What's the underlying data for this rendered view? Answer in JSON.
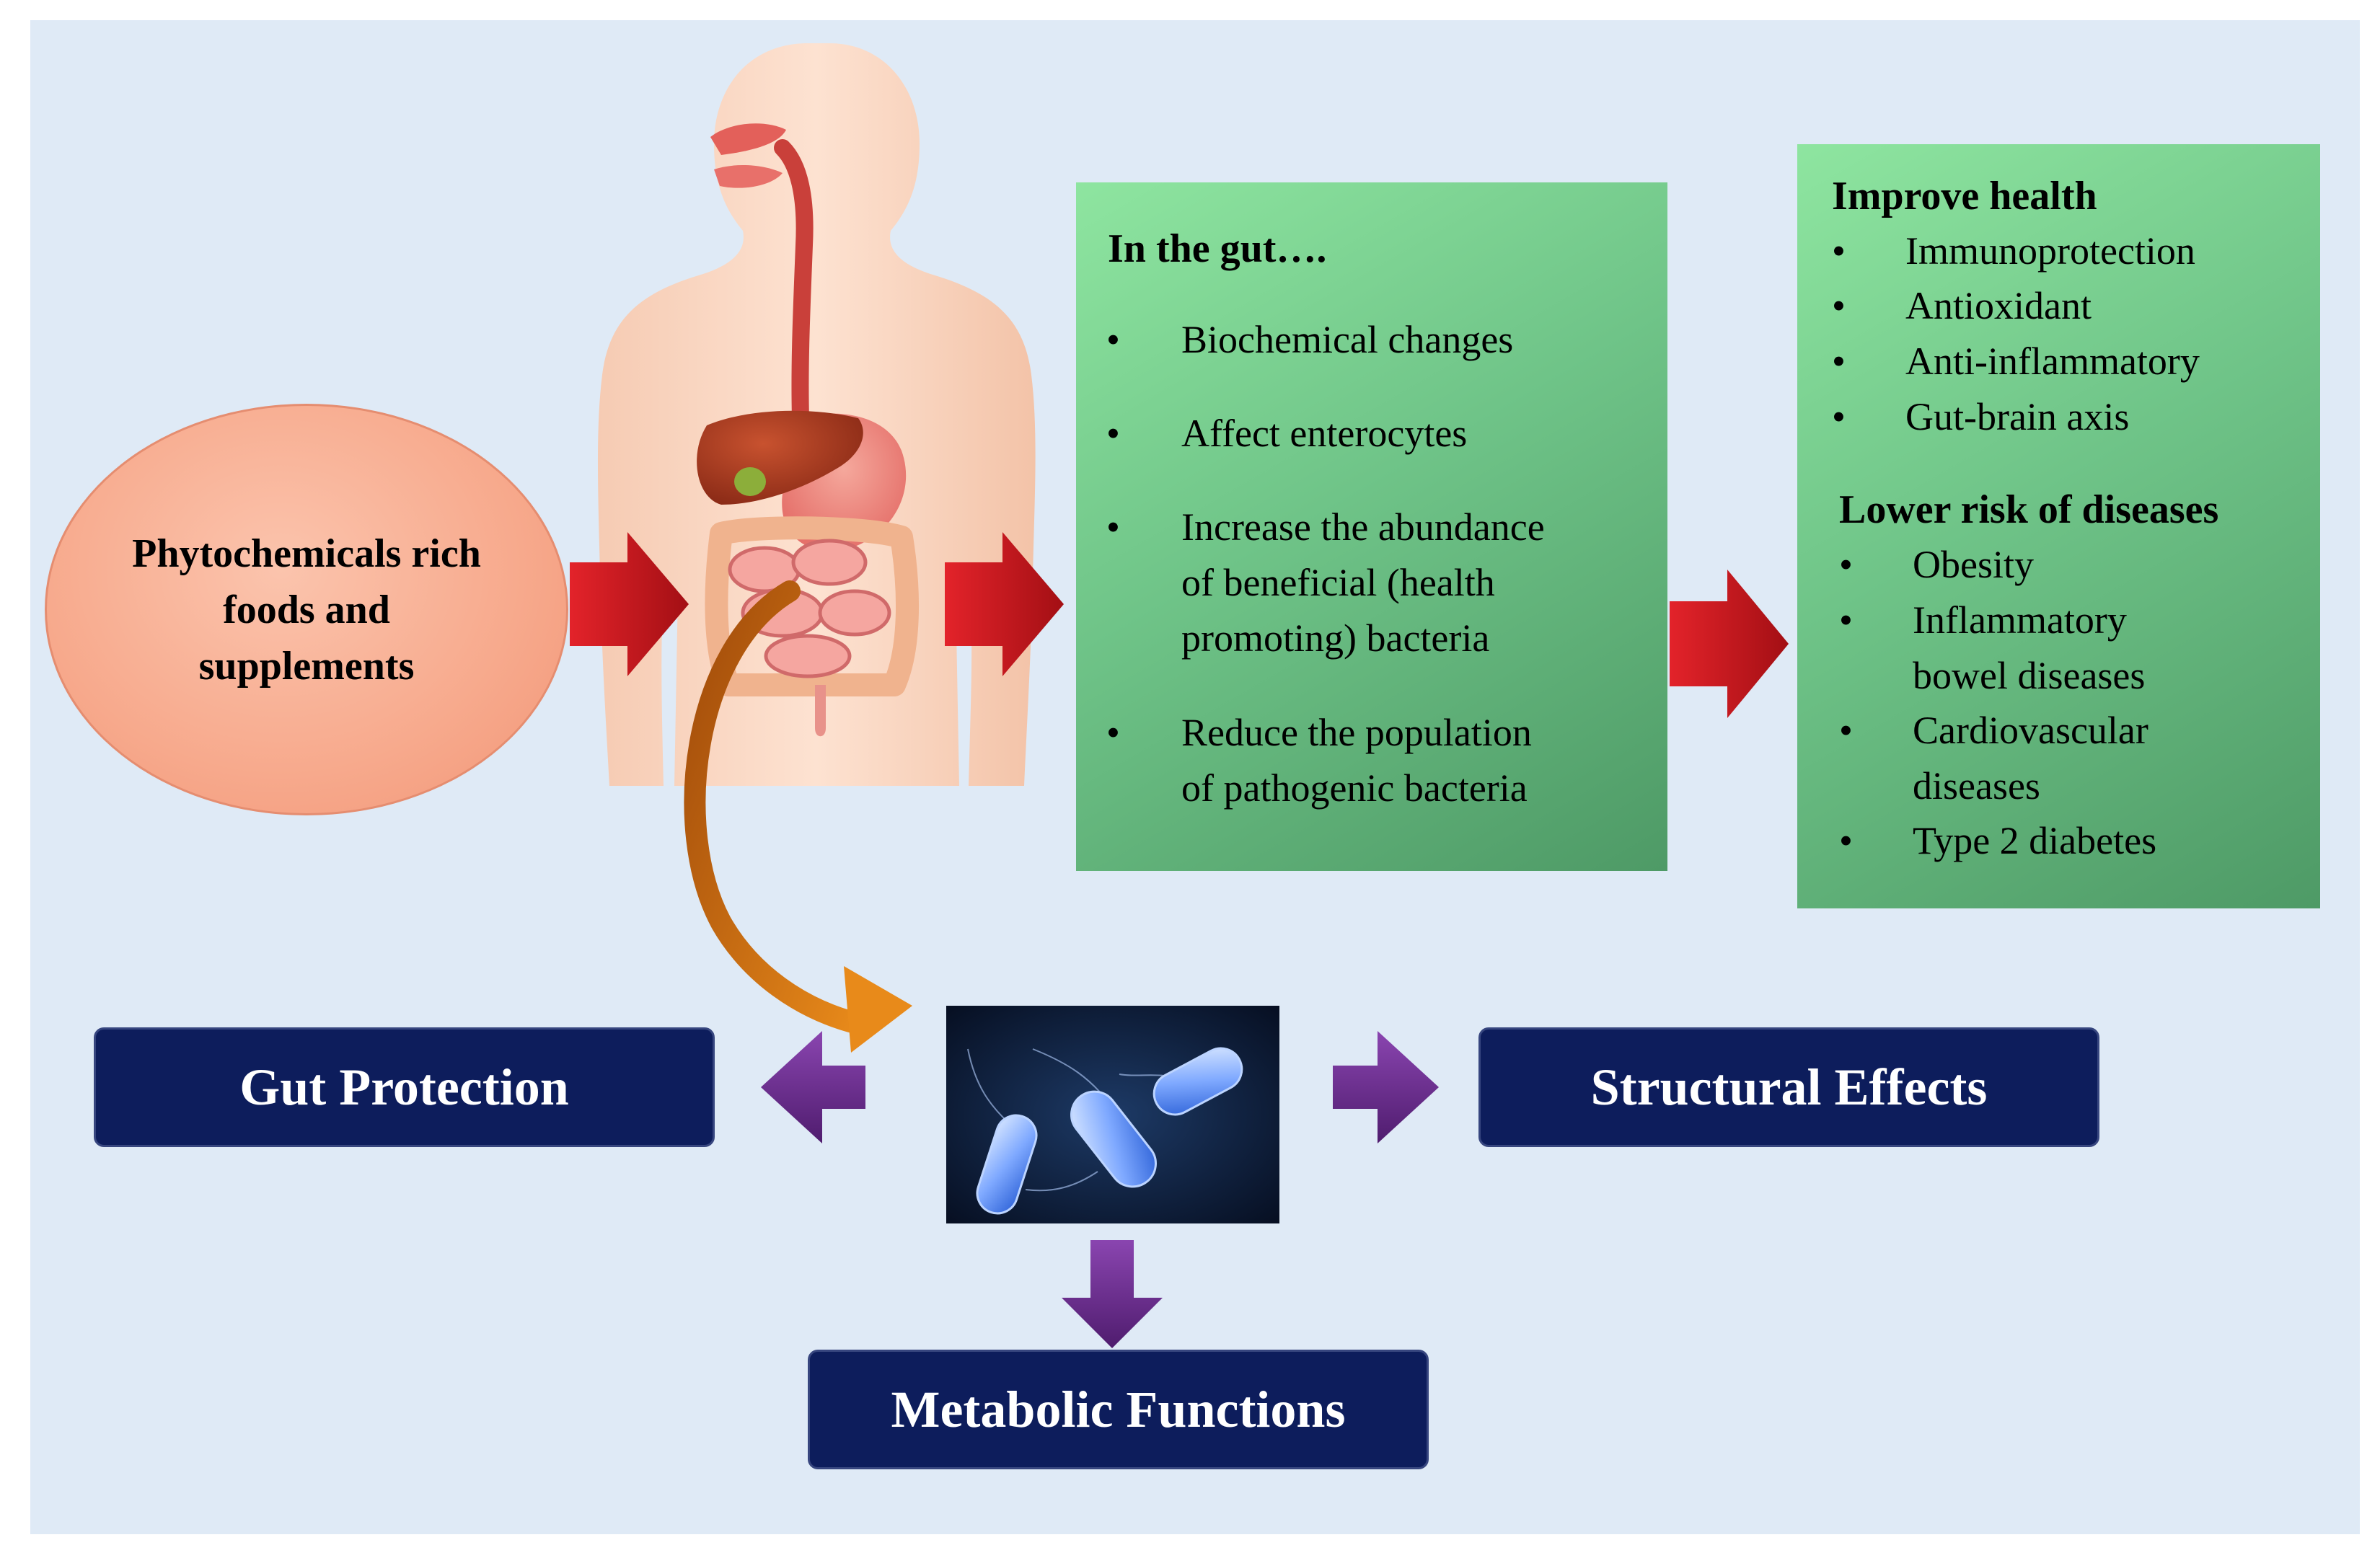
{
  "source": {
    "label": "Phytochemicals rich foods and supplements"
  },
  "gut_box": {
    "heading": "In the gut….",
    "bullets": [
      [
        "Biochemical changes"
      ],
      [
        "Affect enterocytes"
      ],
      [
        "Increase the abundance",
        "of beneficial (health",
        "promoting) bacteria"
      ],
      [
        "Reduce the population",
        "of pathogenic bacteria"
      ]
    ]
  },
  "health_box": {
    "improve_heading": "Improve health",
    "improve_items": [
      "Immunoprotection",
      "Antioxidant",
      "Anti-inflammatory",
      "Gut-brain axis"
    ],
    "risk_heading": "Lower risk of diseases",
    "risk_items": [
      [
        "Obesity"
      ],
      [
        "Inflammatory",
        "bowel diseases"
      ],
      [
        "Cardiovascular",
        "diseases"
      ],
      [
        "Type 2 diabetes"
      ]
    ]
  },
  "outcomes": {
    "left": "Gut Protection",
    "right": "Structural Effects",
    "bottom": "Metabolic Functions"
  },
  "colors": {
    "background": "#dfeaf6",
    "oval_fill": "#f7a98c",
    "green_box": "#6fc488",
    "navy_box": "#0d1d5c",
    "red_arrow": "#c0141c",
    "purple_arrow": "#6a2a8c",
    "curved_arrow": "#c9700f"
  },
  "icons": {
    "anatomy": "human-digestive-system-illustration",
    "bacteria": "gut-bacteria-micrograph"
  }
}
